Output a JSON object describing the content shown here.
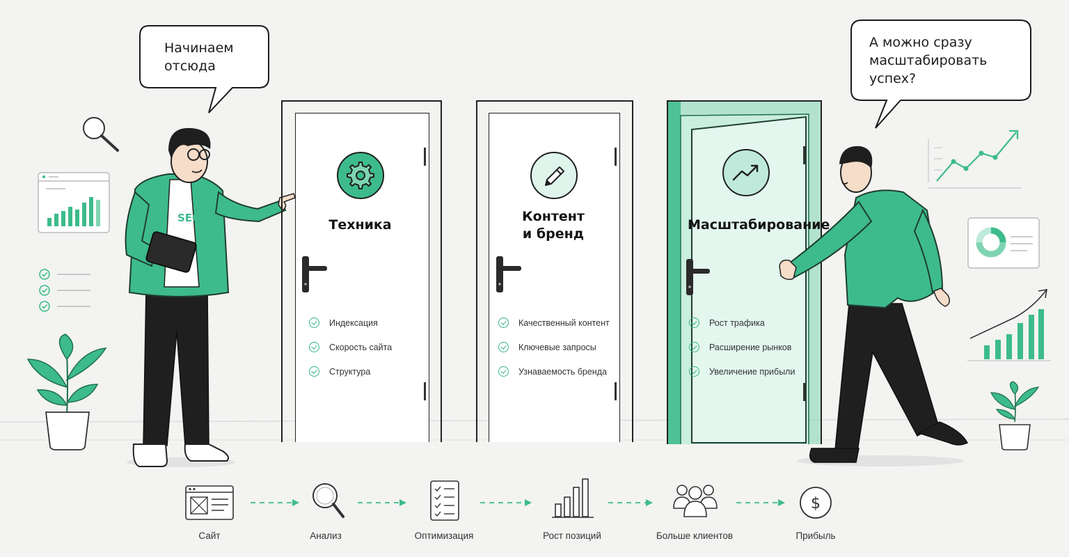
{
  "bubbles": {
    "left": [
      "Начинаем",
      "отсюда"
    ],
    "right": [
      "А можно сразу",
      "масштабировать",
      "успех?"
    ]
  },
  "shirt_text": "SEO",
  "doors": [
    {
      "title": [
        "Техника"
      ],
      "icon": "gear-icon",
      "items": [
        "Индексация",
        "Скорость сайта",
        "Структура"
      ]
    },
    {
      "title": [
        "Контент",
        "и бренд"
      ],
      "icon": "pencil-icon",
      "items": [
        "Качественный контент",
        "Ключевые запросы",
        "Узнаваемость бренда"
      ]
    },
    {
      "title": [
        "Масштабирование"
      ],
      "icon": "trend-up-icon",
      "items": [
        "Рост трафика",
        "Расширение рынков",
        "Увеличение прибыли"
      ]
    }
  ],
  "steps": [
    {
      "label": "Сайт",
      "icon": "website-icon"
    },
    {
      "label": "Анализ",
      "icon": "magnifier-icon"
    },
    {
      "label": "Оптимизация",
      "icon": "checklist-icon"
    },
    {
      "label": "Рост позиций",
      "icon": "bar-chart-icon"
    },
    {
      "label": "Больше клиентов",
      "icon": "users-icon"
    },
    {
      "label": "Прибыль",
      "icon": "dollar-icon"
    }
  ],
  "colors": {
    "accent": "#3dbb8c",
    "accent_light": "#7ed4b2",
    "door_open": "#dff5ec",
    "line": "#222222",
    "background": "#f3f3f2"
  }
}
